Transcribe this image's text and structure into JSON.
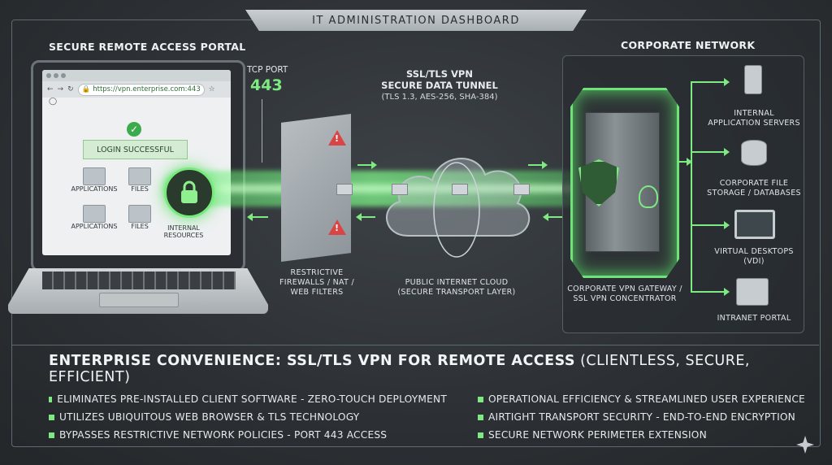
{
  "header": {
    "title": "IT ADMINISTRATION DASHBOARD"
  },
  "portal": {
    "section_title": "SECURE REMOTE ACCESS PORTAL",
    "url": "https://vpn.enterprise.com:443",
    "login_status": "LOGIN SUCCESSFUL",
    "apps": [
      {
        "label": "APPLICATIONS",
        "icon": "grid-icon"
      },
      {
        "label": "FILES",
        "icon": "folder-icon"
      },
      {
        "label": "APPLICATIONS",
        "icon": "gear-icon"
      },
      {
        "label": "FILES",
        "icon": "folder-icon"
      },
      {
        "label": "INTERNAL\nRESOURCES",
        "icon": "document-icon"
      }
    ]
  },
  "port": {
    "label": "TCP PORT",
    "value": "443"
  },
  "tunnel": {
    "title_line1": "SSL/TLS VPN",
    "title_line2": "SECURE DATA TUNNEL",
    "specs": "(TLS 1.3, AES-256, SHA-384)"
  },
  "firewall": {
    "label": "RESTRICTIVE\nFIREWALLS / NAT /\nWEB FILTERS"
  },
  "cloud": {
    "label": "PUBLIC INTERNET CLOUD\n(SECURE TRANSPORT LAYER)"
  },
  "corporate": {
    "section_title": "CORPORATE NETWORK",
    "gateway_label": "CORPORATE VPN GATEWAY /\nSSL VPN CONCENTRATOR",
    "resources": [
      {
        "label": "INTERNAL\nAPPLICATION SERVERS",
        "icon": "server-icon"
      },
      {
        "label": "CORPORATE FILE\nSTORAGE / DATABASES",
        "icon": "database-icon"
      },
      {
        "label": "VIRTUAL DESKTOPS\n(VDI)",
        "icon": "monitor-icon"
      },
      {
        "label": "INTRANET PORTAL",
        "icon": "globe-icon"
      }
    ]
  },
  "summary": {
    "title_bold": "ENTERPRISE CONVENIENCE: SSL/TLS VPN FOR REMOTE ACCESS",
    "title_rest": " (CLIENTLESS, SECURE, EFFICIENT)",
    "left_bullets": [
      "ELIMINATES PRE-INSTALLED CLIENT SOFTWARE - ZERO-TOUCH DEPLOYMENT",
      "UTILIZES UBIQUITOUS WEB BROWSER & TLS TECHNOLOGY",
      "BYPASSES RESTRICTIVE NETWORK POLICIES - PORT 443 ACCESS"
    ],
    "right_bullets": [
      "OPERATIONAL EFFICIENCY & STREAMLINED USER EXPERIENCE",
      "AIRTIGHT TRANSPORT SECURITY - END-TO-END ENCRYPTION",
      "SECURE NETWORK PERIMETER EXTENSION"
    ]
  },
  "colors": {
    "accent": "#7dea82",
    "background": "#2f3337",
    "alert": "#d94545"
  }
}
